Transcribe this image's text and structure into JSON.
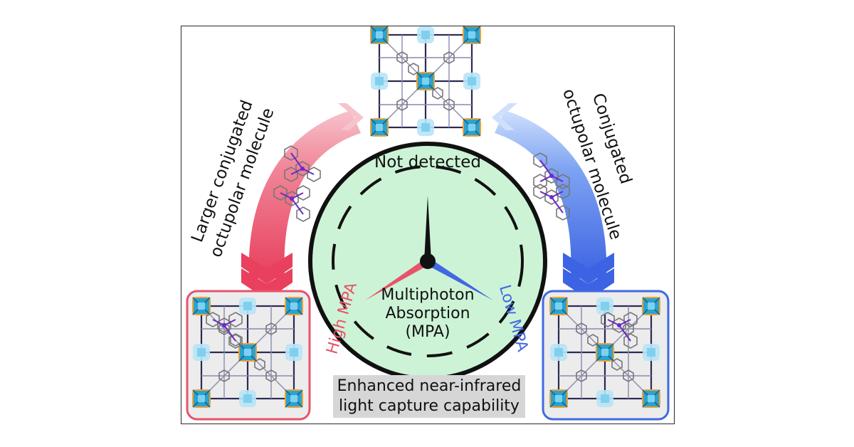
{
  "figure": {
    "left_label": "Larger conjugated octupolar molecule",
    "right_label": "Conjugated octupolar molecule",
    "clock": {
      "top_label": "Not detected",
      "left_label": "High MPA",
      "right_label": "Low MPA",
      "center_line1": "Multiphoton",
      "center_line2": "Absorption",
      "center_line3": "(MPA)"
    },
    "caption_line1": "Enhanced near-infrared",
    "caption_line2": "light capture capability"
  },
  "colors": {
    "high": "#e8536b",
    "low": "#4169e1",
    "clock_face": "#cdf3d6",
    "node": "#2aa3d1",
    "node_light": "#a5dcf3"
  }
}
